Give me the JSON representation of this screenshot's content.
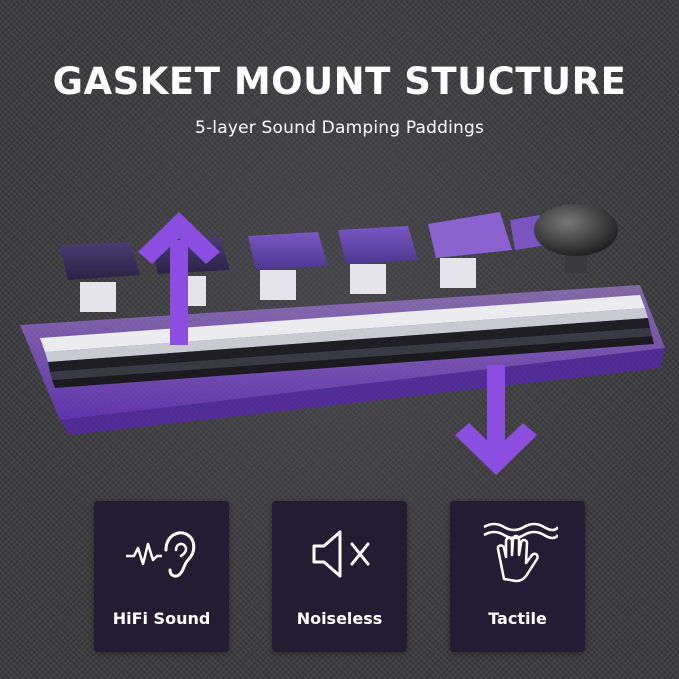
{
  "header": {
    "title": "GASKET MOUNT STUCTURE",
    "subtitle": "5-layer Sound Damping Paddings"
  },
  "features": [
    {
      "label": "HiFi Sound",
      "icon": "ear-soundwave-icon"
    },
    {
      "label": "Noiseless",
      "icon": "speaker-muted-icon"
    },
    {
      "label": "Tactile",
      "icon": "hand-touch-icon"
    }
  ],
  "colors": {
    "accent_purple": "#8a4fe0",
    "card_bg": "#231c33",
    "text": "#ffffff"
  }
}
